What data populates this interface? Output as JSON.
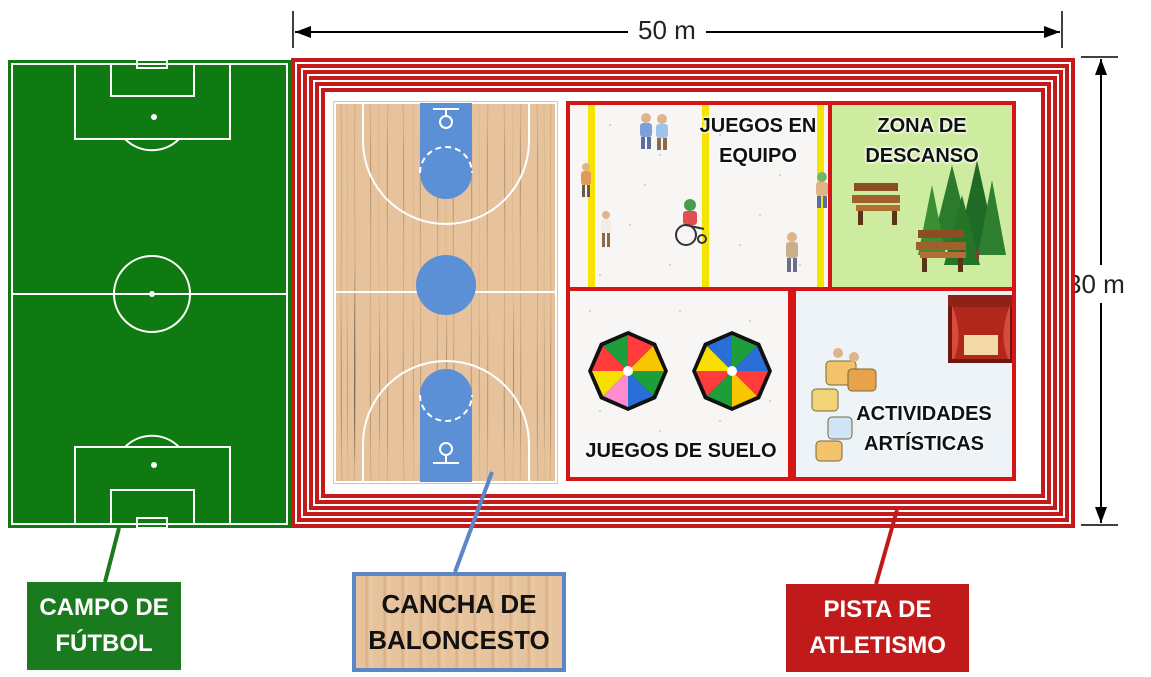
{
  "dimensions": {
    "width_label": "50 m",
    "height_label": "30 m"
  },
  "zones": {
    "juegos_equipo": {
      "line1": "JUEGOS EN",
      "line2": "EQUIPO"
    },
    "zona_descanso": {
      "line1": "ZONA DE",
      "line2": "DESCANSO"
    },
    "juegos_suelo": {
      "line1": "JUEGOS DE SUELO"
    },
    "actividades_artisticas": {
      "line1": "ACTIVIDADES",
      "line2": "ARTÍSTICAS"
    }
  },
  "callouts": {
    "campo_futbol": {
      "line1": "CAMPO DE",
      "line2": "FÚTBOL",
      "bg": "#1a7a1e",
      "fg": "#ffffff"
    },
    "cancha_baloncesto": {
      "line1": "CANCHA DE",
      "line2": "BALONCESTO",
      "border": "#5b86c8",
      "fg": "#111111"
    },
    "pista_atletismo": {
      "line1": "PISTA DE",
      "line2": "ATLETISMO",
      "bg": "#c11a1a",
      "fg": "#ffffff"
    }
  },
  "colors": {
    "soccer_field": "#0f7a12",
    "track": "#c41a1a",
    "court_wood": "#e8c8a2",
    "court_blue": "#5b8fd6",
    "rest_zone": "#cdeca0",
    "play_zone": "#f7f6f4"
  },
  "icons": [
    "bench-icon",
    "pine-trees-icon",
    "children-icon",
    "wheelchair-icon",
    "parachute-game-icon",
    "stage-curtain-icon",
    "drums-icon"
  ]
}
